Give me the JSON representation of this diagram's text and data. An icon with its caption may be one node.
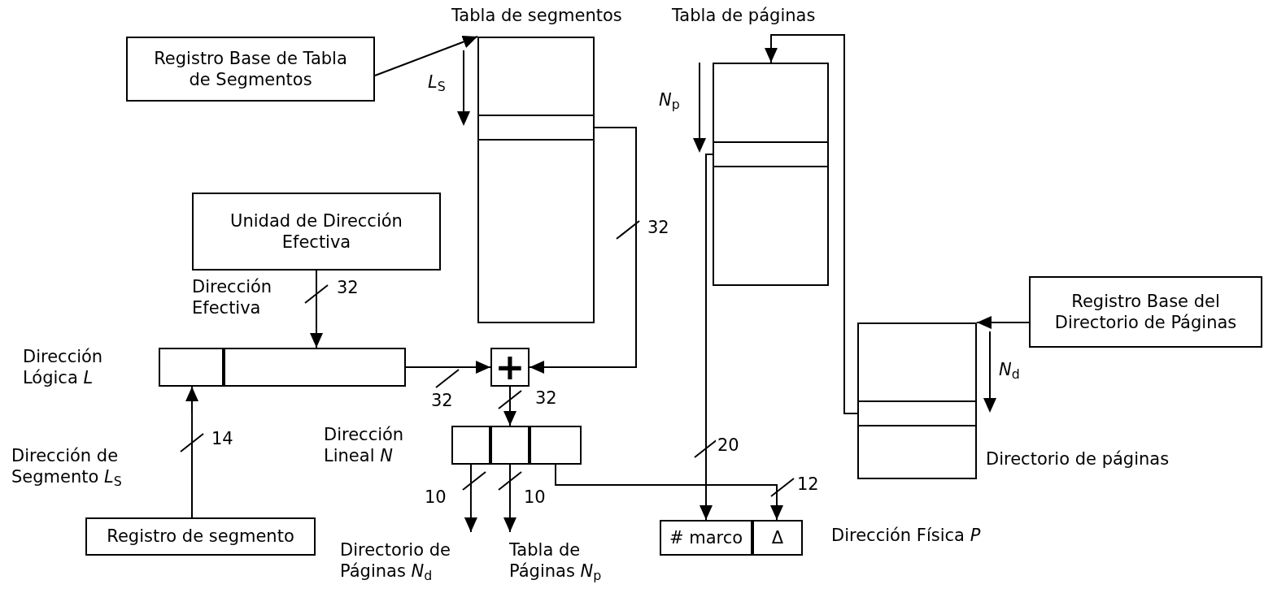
{
  "diagram": {
    "nodes": [
      {
        "text": [
          "Registro Base de Tabla de Segmentos"
        ]
      },
      {
        "text": [],
        "shape": "box",
        "beside": [
          "Tabla de segmentos"
        ]
      },
      {
        "text": [],
        "shape": "box",
        "in": 1
      },
      {
        "text": [],
        "shape": "box",
        "beside": [
          "Tabla de páginas"
        ]
      },
      {
        "text": [],
        "shape": "box",
        "in": 3
      },
      {
        "text": [
          "Unidad de Dirección Efectiva"
        ]
      },
      {
        "text": [],
        "shape": "box",
        "beside": [
          "Dirección Lógica *L*"
        ]
      },
      {
        "text": [],
        "shape": "box",
        "in": 6
      },
      {
        "text": [],
        "shape": "box",
        "in": 6
      },
      {
        "text": [
          "+"
        ]
      },
      {
        "text": [],
        "shape": "box",
        "beside": [
          "Dirección Lineal *N*"
        ]
      },
      {
        "text": [],
        "shape": "box",
        "in": 10
      },
      {
        "text": [],
        "shape": "box",
        "in": 10
      },
      {
        "text": [],
        "shape": "box",
        "in": 10
      },
      {
        "text": [
          "Registro de segmento"
        ]
      },
      {
        "text": [
          "Directorio de Páginas *N*$_{d}$"
        ]
      },
      {
        "text": [
          "Tabla de Páginas *N*$_{p}$"
        ]
      },
      {
        "text": [],
        "shape": "box",
        "beside": [
          "Dirección Física *P*"
        ]
      },
      {
        "text": [
          "# marco"
        ],
        "in": 17
      },
      {
        "text": [
          "Δ"
        ],
        "in": 17
      },
      {
        "text": [],
        "shape": "box",
        "beside": [
          "Directorio de páginas"
        ]
      },
      {
        "text": [],
        "shape": "box",
        "in": 20
      },
      {
        "text": [
          "Registro Base del Directorio de Páginas"
        ]
      }
    ],
    "edges": [
      {
        "from": 0,
        "to": 1,
        "arrow": "to"
      },
      {
        "from": 2,
        "to": 9,
        "arrow": "to",
        "label": "32"
      },
      {
        "from": 5,
        "to": 8,
        "arrow": "to",
        "label": "32"
      },
      {
        "from": 8,
        "to": 9,
        "arrow": "to",
        "label": "32"
      },
      {
        "from": 14,
        "to": 7,
        "arrow": "to",
        "label": "14"
      },
      {
        "from": 9,
        "to": 12,
        "arrow": "to",
        "label": "32"
      },
      {
        "from": 11,
        "to": 15,
        "arrow": "to",
        "label": "10"
      },
      {
        "from": 12,
        "to": 16,
        "arrow": "to",
        "label": "10"
      },
      {
        "from": 13,
        "to": 19,
        "arrow": "to",
        "label": "12"
      },
      {
        "from": 4,
        "to": 18,
        "arrow": "to",
        "label": "20"
      },
      {
        "from": 21,
        "to": 3,
        "arrow": "to"
      },
      {
        "from": 22,
        "to": 20,
        "arrow": "to"
      }
    ],
    "labels": [
      "*L*$_{S}$",
      "*N*$_{p}$",
      "Dirección Efectiva",
      "*N*$_{d}$",
      "Dirección de Segmento *L*$_{S}$"
    ]
  }
}
